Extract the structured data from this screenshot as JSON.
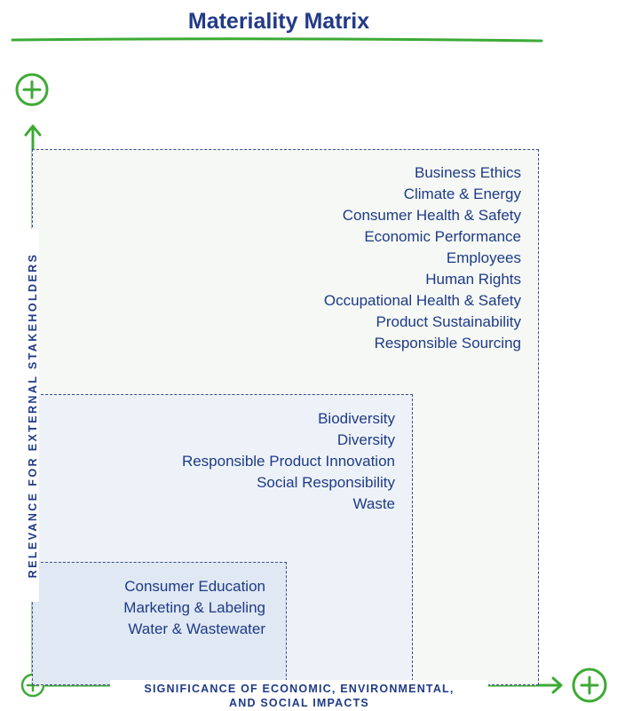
{
  "title": "Materiality Matrix",
  "y_axis_label": "RELEVANCE FOR EXTERNAL STAKEHOLDERS",
  "x_axis_label": {
    "line1": "SIGNIFICANCE OF ECONOMIC, ENVIRONMENTAL,",
    "line2": "AND SOCIAL IMPACTS"
  },
  "colors": {
    "accent_green": "#3daa35",
    "text_blue": "#1f3a86",
    "outer_fill": "#f5f8f5",
    "mid_fill": "#edf2f8",
    "inner_fill": "#dfe8f3"
  },
  "tiers": {
    "high": [
      "Business Ethics",
      "Climate & Energy",
      "Consumer Health & Safety",
      "Economic Performance",
      "Employees",
      "Human Rights",
      "Occupational Health & Safety",
      "Product Sustainability",
      "Responsible Sourcing"
    ],
    "medium": [
      "Biodiversity",
      "Diversity",
      "Responsible Product Innovation",
      "Social Responsibility",
      "Waste"
    ],
    "low": [
      "Consumer Education",
      "Marketing & Labeling",
      "Water & Wastewater"
    ]
  },
  "icons": [
    "plus-circle-icon",
    "arrow-up-icon",
    "arrow-right-icon"
  ]
}
